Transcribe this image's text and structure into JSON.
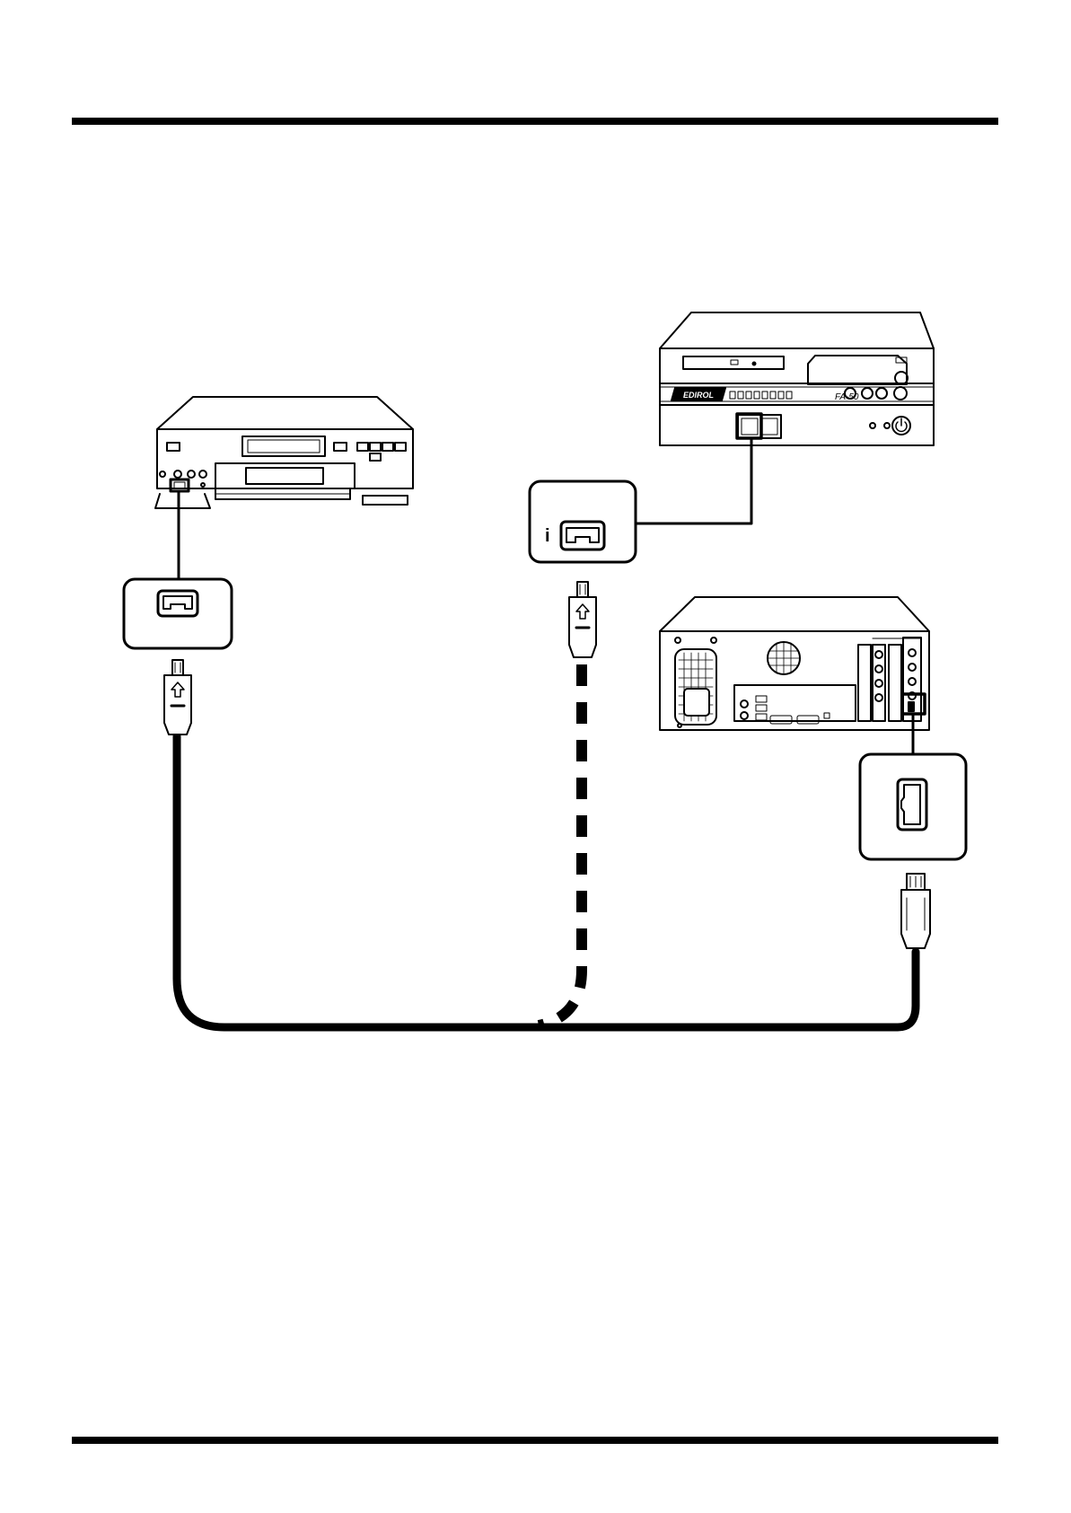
{
  "page": {
    "background": "#ffffff",
    "ink": "#000000"
  },
  "devices": {
    "dv_deck": {
      "icon": "dv-video-deck-icon"
    },
    "edirol_unit": {
      "icon": "edirol-fa-unit-icon",
      "brand": "EDIROL",
      "model": "FA-50"
    },
    "computer": {
      "icon": "computer-rear-panel-icon"
    }
  },
  "ports": {
    "deck_port": {
      "icon": "ieee1394-4pin-port-icon"
    },
    "edirol_port": {
      "icon": "ieee1394-4pin-port-icon",
      "symbol": "i"
    },
    "computer_port": {
      "icon": "ieee1394-6pin-port-icon"
    }
  },
  "cables": {
    "main": {
      "style": "solid"
    },
    "optional": {
      "style": "dashed"
    }
  }
}
